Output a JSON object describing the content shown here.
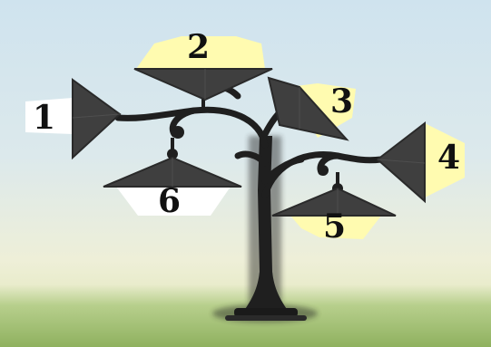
{
  "lamps": [
    {
      "number": "1",
      "direction": "left"
    },
    {
      "number": "2",
      "direction": "up"
    },
    {
      "number": "3",
      "direction": "upper-right"
    },
    {
      "number": "4",
      "direction": "right"
    },
    {
      "number": "5",
      "direction": "down"
    },
    {
      "number": "6",
      "direction": "down"
    }
  ],
  "colors": {
    "light_beam": "#fffbb0",
    "light_beam_white": "#ffffff",
    "lamp_shade": "#3f3f3f",
    "pole": "#1f1f1f",
    "grass": "#8fb15f",
    "sky": "#cfe3ee"
  }
}
